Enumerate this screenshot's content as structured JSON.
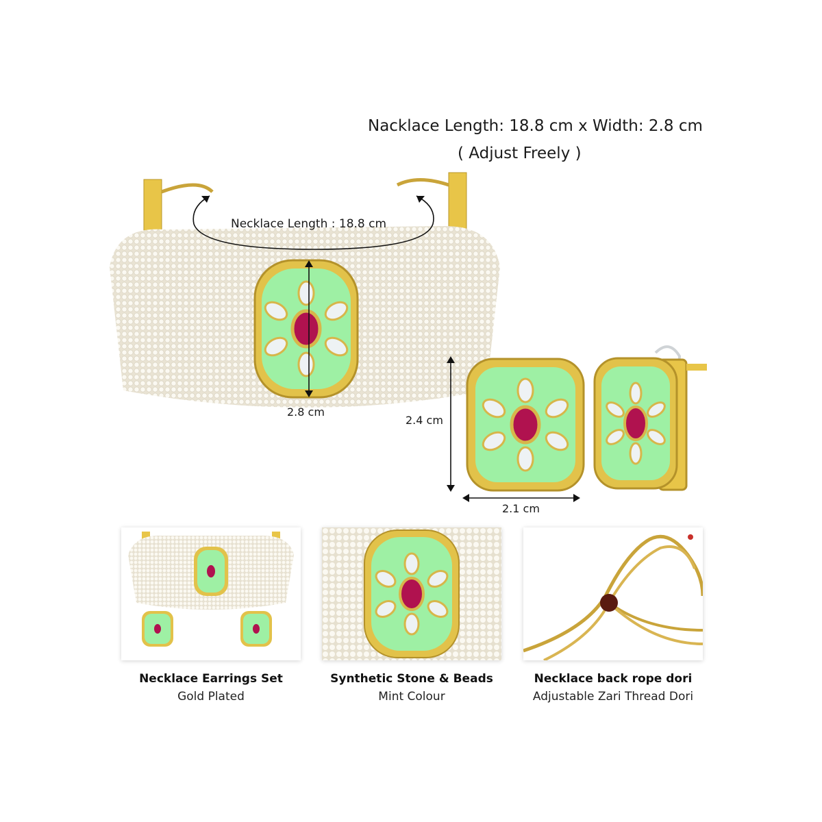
{
  "header": {
    "dimensions_line": "Nacklace Length: 18.8 cm x Width: 2.8 cm",
    "adjust_line": "( Adjust Freely )"
  },
  "necklace": {
    "length_label": "Necklace Length : 18.8 cm",
    "width_label": "2.8 cm"
  },
  "earring": {
    "height_label": "2.4 cm",
    "width_label": "2.1 cm"
  },
  "thumbnails": [
    {
      "title": "Necklace Earrings Set",
      "subtitle": "Gold Plated"
    },
    {
      "title": "Synthetic Stone & Beads",
      "subtitle": "Mint Colour"
    },
    {
      "title": "Necklace back rope dori",
      "subtitle": "Adjustable Zari Thread Dori"
    }
  ],
  "colors": {
    "mint": "#9ef0a4",
    "gold": "#e2c24a",
    "ruby": "#b0124f",
    "pearl": "#f3efe4"
  }
}
